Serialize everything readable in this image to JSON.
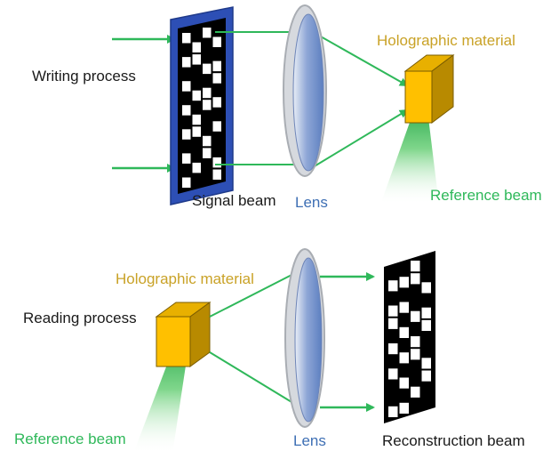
{
  "panels": {
    "writing": {
      "process_label": "Writing process",
      "holo_label": "Holographic material",
      "signal_label": "Signal beam",
      "lens_label": "Lens",
      "reference_label": "Reference beam"
    },
    "reading": {
      "process_label": "Reading process",
      "holo_label": "Holographic material",
      "lens_label": "Lens",
      "reference_label": "Reference beam",
      "reconstruction_label": "Reconstruction beam"
    }
  },
  "colors": {
    "beam_green": "#2fb85a",
    "holo_gold": "#c9a227",
    "lens_blue": "#3e6fb4",
    "cube_yellow": "#ffc000",
    "frame_blue": "#2d4fb5"
  },
  "icons": {
    "data_page": "checker-pattern-icon",
    "cube": "cube-icon",
    "lens": "lens-icon",
    "arrow": "arrow-icon"
  }
}
